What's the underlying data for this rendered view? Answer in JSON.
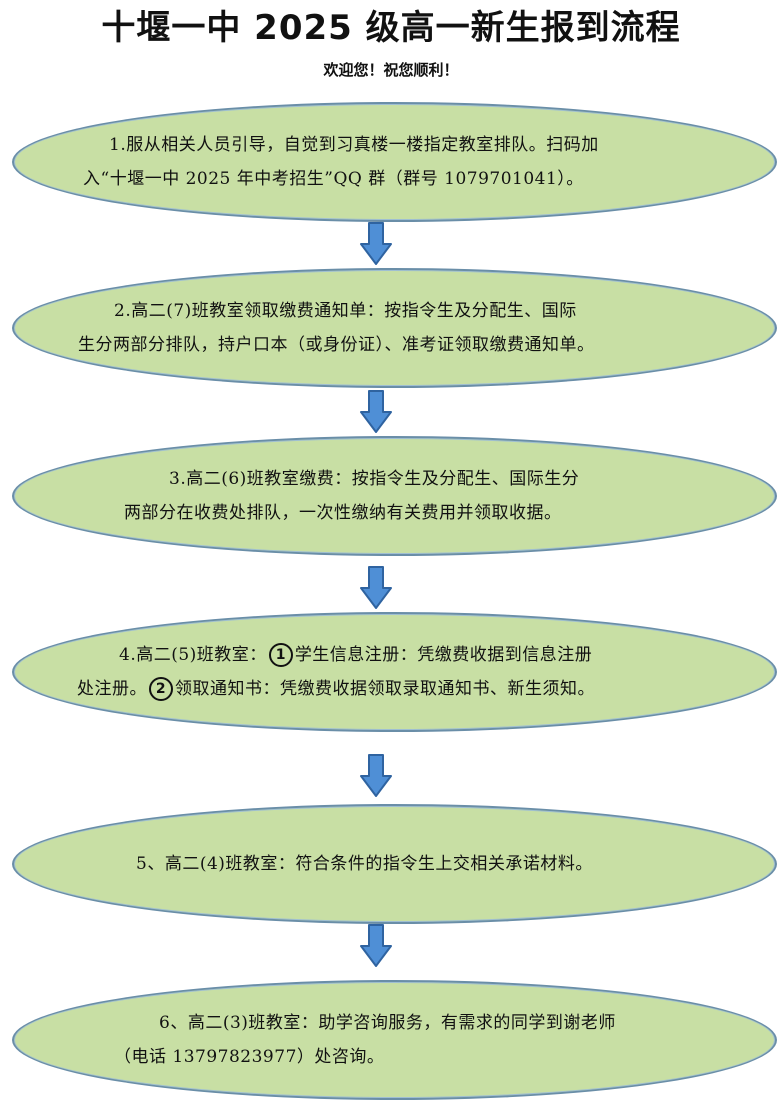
{
  "header": {
    "title": "十堰一中 2025 级高一新生报到流程",
    "subtitle": "欢迎您！祝您顺利！"
  },
  "steps": [
    {
      "line1": "1.服从相关人员引导，自觉到习真楼一楼指定教室排队。扫码加",
      "line2": "入“十堰一中 2025 年中考招生”QQ 群（群号 1079701041）。"
    },
    {
      "line1": "2.高二(7)班教室领取缴费通知单：按指令生及分配生、国际",
      "line2": "生分两部分排队，持户口本（或身份证）、准考证领取缴费通知单。"
    },
    {
      "line1": "3.高二(6)班教室缴费：按指令生及分配生、国际生分",
      "line2": "两部分在收费处排队，一次性缴纳有关费用并领取收据。"
    },
    {
      "line1_a": "4.高二(5)班教室：",
      "marker1": "1",
      "line1_b": "学生信息注册：凭缴费收据到信息注册",
      "line2_a": "处注册。",
      "marker2": "2",
      "line2_b": "领取通知书：凭缴费收据领取录取通知书、新生须知。"
    },
    {
      "line1": "5、高二(4)班教室：符合条件的指令生上交相关承诺材料。"
    },
    {
      "line1": "6、高二(3)班教室：助学咨询服务，有需求的同学到谢老师",
      "line2": "（电话 13797823977）处咨询。"
    }
  ],
  "colors": {
    "step_fill": "#c8dfa4",
    "step_border": "#6a8ea8",
    "arrow_fill": "#4f8fd6",
    "arrow_stroke": "#2f63a0"
  },
  "icons": {
    "arrow": "down-arrow-icon"
  }
}
